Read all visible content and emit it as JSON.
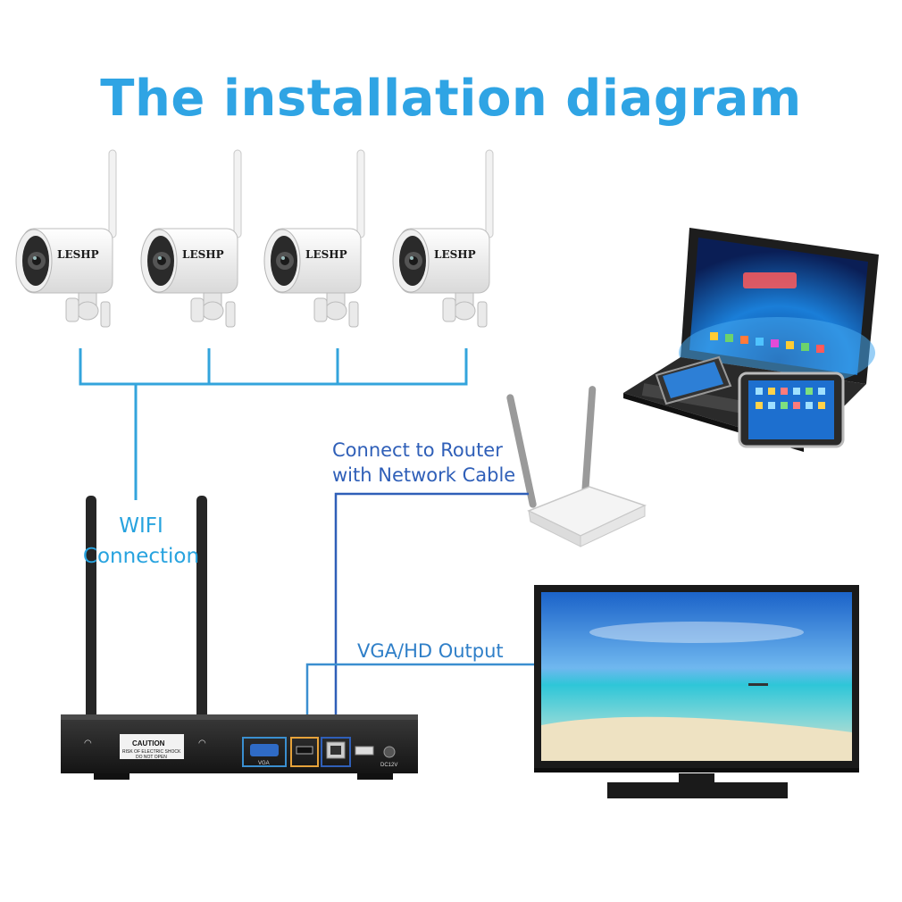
{
  "title": "The installation diagram",
  "labels": {
    "wifi_line1": "WIFI",
    "wifi_line2": "Connection",
    "router_line1": "Connect to Router",
    "router_line2": "with Network Cable",
    "output": "VGA/HD Output"
  },
  "cameras": {
    "brand": "LESHP",
    "count": 4
  },
  "nvr": {
    "caution_title": "CAUTION",
    "caution_line1": "RISK OF ELECTRIC SHOCK",
    "caution_line2": "DO NOT OPEN",
    "port_vga": "VGA",
    "port_dc": "DC12V"
  },
  "colors": {
    "title": "#2fa4e4",
    "wifi_line": "#33a4dc",
    "network_line": "#2f5fb8",
    "output_line": "#3b8fd0"
  }
}
